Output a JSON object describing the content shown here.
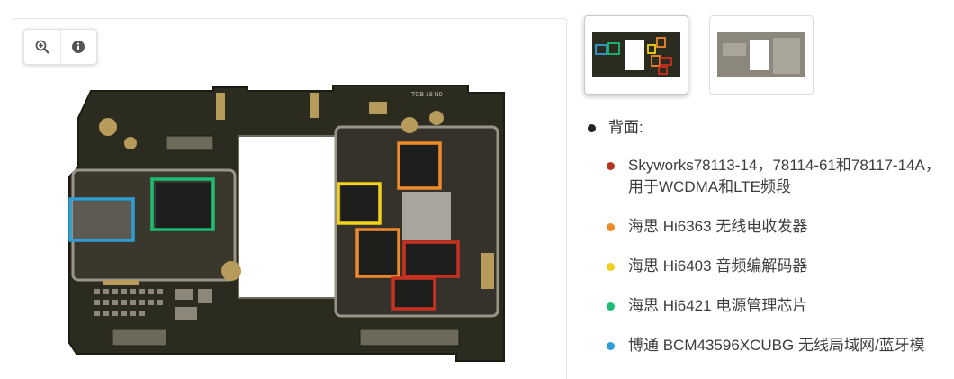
{
  "viewer": {
    "zoom_label": "zoom-in",
    "info_label": "info",
    "board_marker": "TCB 18 N0",
    "highlights": [
      {
        "name": "blue-box",
        "color": "#2e9fd4"
      },
      {
        "name": "green-box",
        "color": "#1dbd74"
      },
      {
        "name": "yellow-box",
        "color": "#f2d31b"
      },
      {
        "name": "orange-box-top",
        "color": "#ef8a2b"
      },
      {
        "name": "orange-box-bottom",
        "color": "#ef8a2b"
      },
      {
        "name": "red-box-mid",
        "color": "#c8301f"
      },
      {
        "name": "red-box-bottom",
        "color": "#c8301f"
      }
    ]
  },
  "thumbnails": [
    {
      "name": "annotated-board-thumbnail",
      "active": true
    },
    {
      "name": "plain-board-thumbnail",
      "active": false
    }
  ],
  "notes": {
    "heading": "背面:",
    "items": [
      {
        "text": "Skyworks78113-14，78114-61和78117-14A，用于WCDMA和LTE频段",
        "color": "#b83222"
      },
      {
        "text": "海思 Hi6363 无线电收发器",
        "color": "#ef8a2b"
      },
      {
        "text": "海思 Hi6403 音频编解码器",
        "color": "#f2cf1a"
      },
      {
        "text": "海思 Hi6421 电源管理芯片",
        "color": "#1dbd74"
      },
      {
        "text": "博通 BCM43596XCUBG 无线局域网/蓝牙模",
        "color": "#2e9fd4"
      }
    ]
  },
  "colors": {
    "pcb": "#2c2b20",
    "pcb_edge": "#1c1b14",
    "gold": "#b79b5a",
    "shield": "#9a9588"
  }
}
